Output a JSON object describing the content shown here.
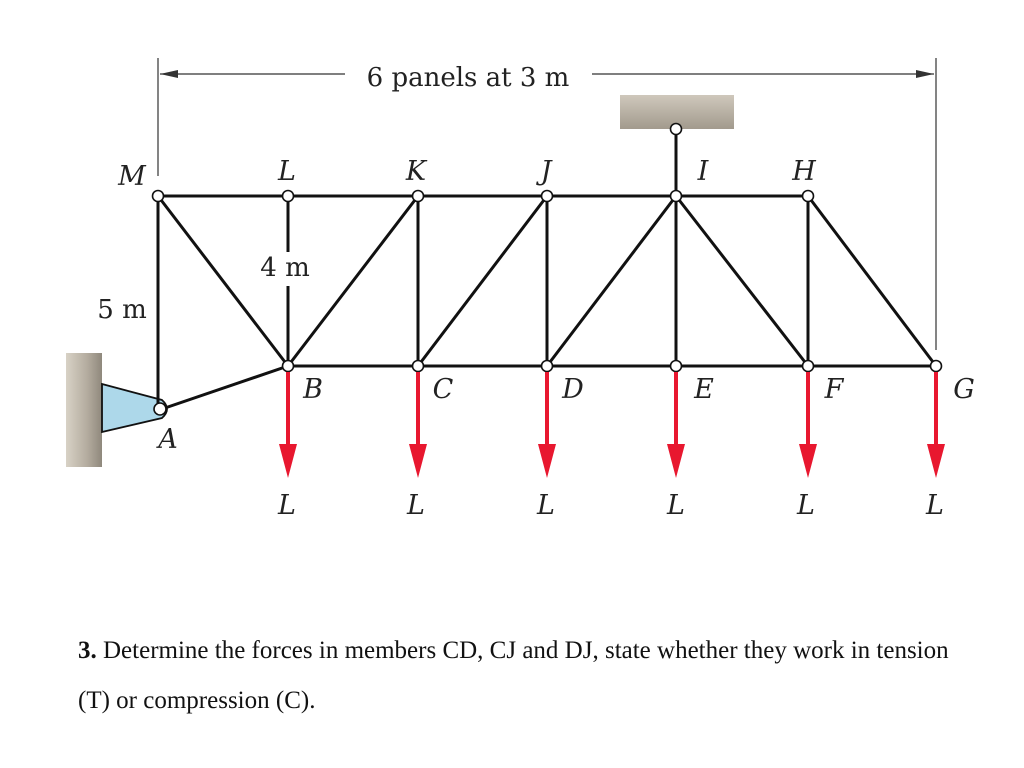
{
  "figure": {
    "span_dimension": "6 panels at 3 m",
    "top_height": "4 m",
    "end_height": "5 m",
    "joints": {
      "M": "M",
      "L": "L",
      "K": "K",
      "J": "J",
      "I": "I",
      "H": "H",
      "A": "A",
      "B": "B",
      "C": "C",
      "D": "D",
      "E": "E",
      "F": "F",
      "G": "G"
    },
    "loads": [
      "L",
      "L",
      "L",
      "L",
      "L",
      "L"
    ],
    "colors": {
      "load_arrow": "#e8172f",
      "support_fill": "#add8ea",
      "wall": "#b5aea0",
      "member": "#111111"
    }
  },
  "problem": {
    "number": "3.",
    "text": "Determine the forces in members CD, CJ and DJ, state whether they work in tension (T) or compression (C)."
  }
}
